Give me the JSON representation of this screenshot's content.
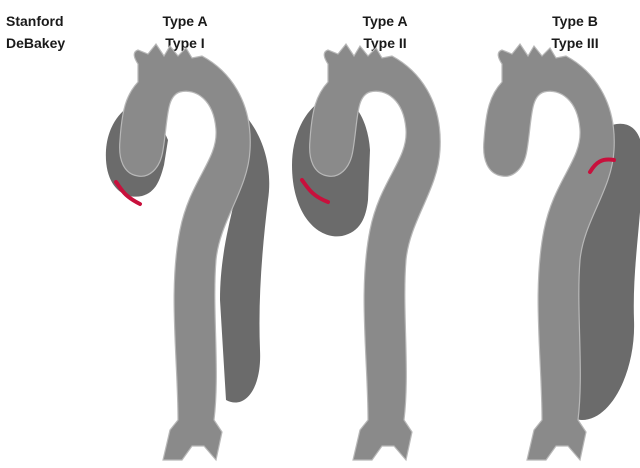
{
  "row_labels": {
    "classification_1": "Stanford",
    "classification_2": "DeBakey"
  },
  "columns": [
    {
      "stanford": "Type A",
      "debakey": "Type I"
    },
    {
      "stanford": "Type A",
      "debakey": "Type II"
    },
    {
      "stanford": "Type B",
      "debakey": "Type III"
    }
  ],
  "colors": {
    "aorta_true_lumen": "#8a8a8a",
    "aorta_false_lumen": "#6b6b6b",
    "aorta_outline": "#b8b8b8",
    "intimal_tear": "#c8103c",
    "background": "#ffffff"
  }
}
